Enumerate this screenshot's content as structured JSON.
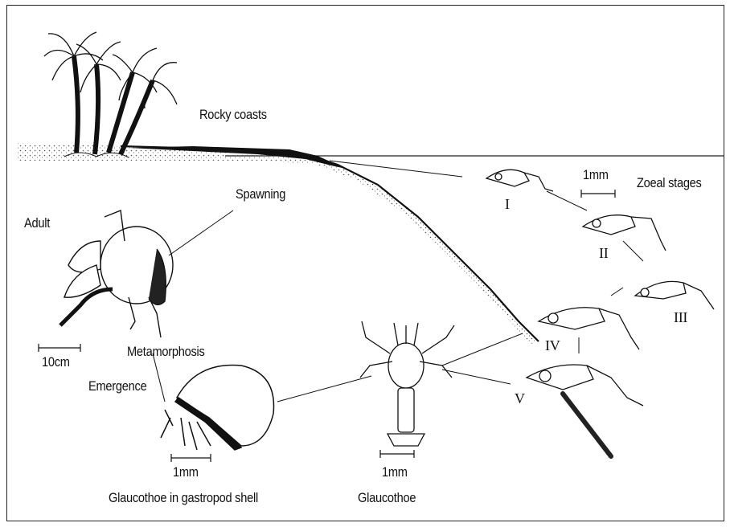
{
  "labels": {
    "rocky_coasts": "Rocky coasts",
    "spawning": "Spawning",
    "adult": "Adult",
    "zoeal_stages": "Zoeal stages",
    "metamorphosis": "Metamorphosis",
    "emergence": "Emergence",
    "glaucothoe_shell": "Glaucothoe in gastropod shell",
    "glaucothoe": "Glaucothoe"
  },
  "scales": {
    "adult": "10cm",
    "zoea": "1mm",
    "glaucothoe_shell": "1mm",
    "glaucothoe": "1mm"
  },
  "stages": [
    "I",
    "II",
    "III",
    "IV",
    "V"
  ],
  "icons": [
    "palm-tree-icon",
    "coconut-crab-icon",
    "zoea-larva-icon",
    "glaucothoe-icon",
    "gastropod-shell-icon"
  ],
  "colors": {
    "ink": "#111111",
    "sediment": "#7a7a7a",
    "background": "#ffffff"
  }
}
